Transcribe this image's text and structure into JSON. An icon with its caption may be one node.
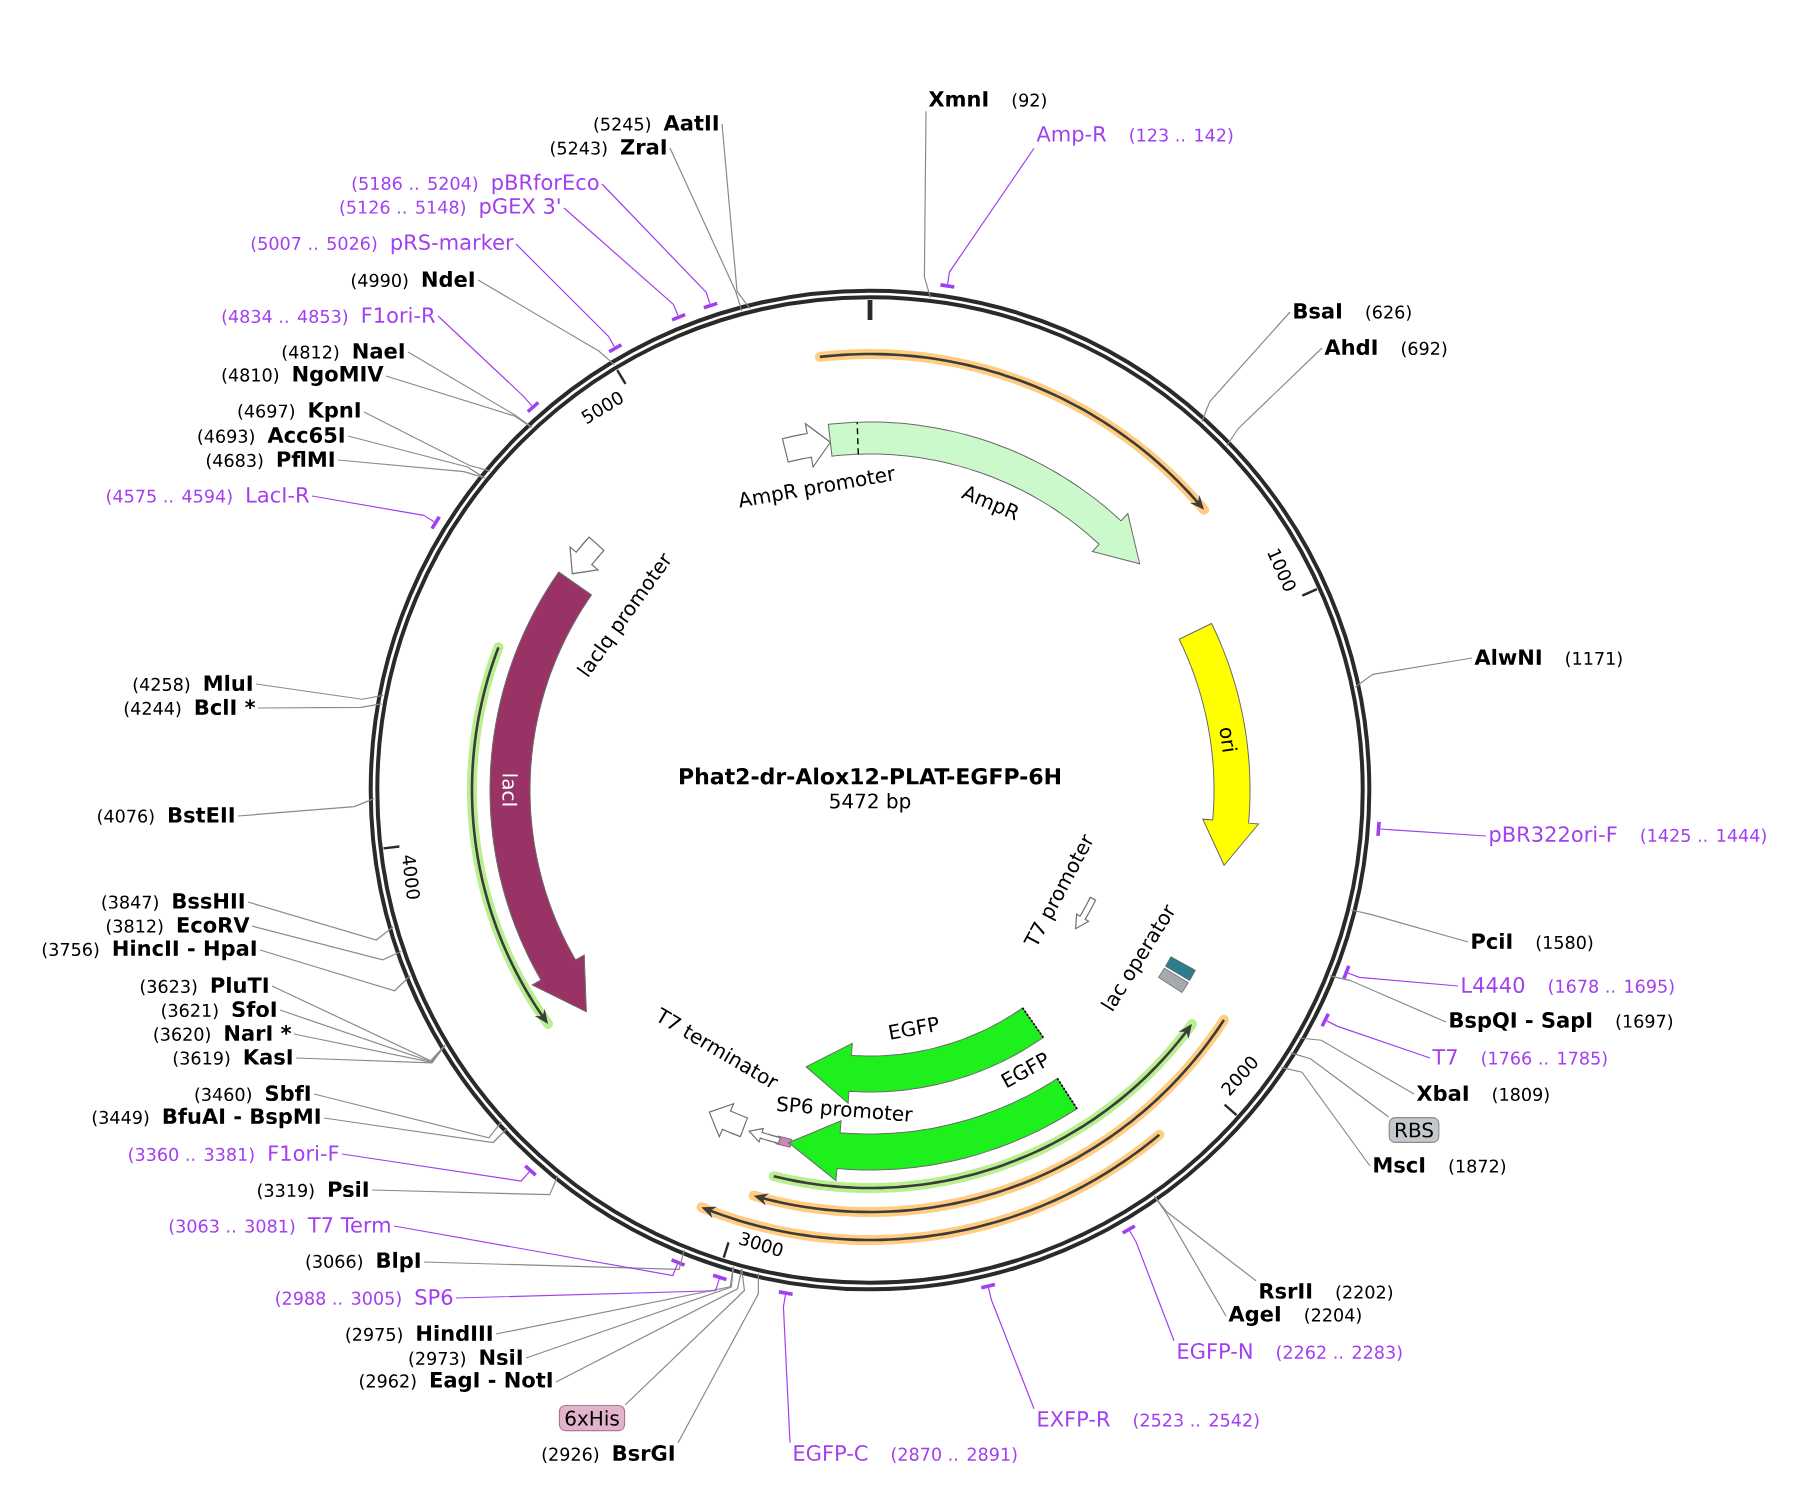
{
  "diagram": {
    "nodes": [
      {
        "text": [
          "Phat2-dr-Alox12-PLAT-EGFP-6H",
          "5472 bp"
        ]
      },
      {
        "text": [
          "AmpR promoter"
        ],
        "in": 0
      },
      {
        "text": [
          "AmpR"
        ],
        "in": 0
      },
      {
        "text": [
          "ori"
        ],
        "in": 0
      },
      {
        "text": [
          "lacIq promoter"
        ],
        "in": 0
      },
      {
        "text": [
          "lacI"
        ],
        "in": 0
      },
      {
        "text": [
          "T7 promoter"
        ],
        "in": 0
      },
      {
        "text": [
          "lac operator"
        ],
        "in": 0
      },
      {
        "text": [
          "EGFP"
        ],
        "in": 0
      },
      {
        "text": [
          "EGFP"
        ],
        "in": 0
      },
      {
        "text": [
          "T7 terminator"
        ],
        "in": 0
      },
      {
        "text": [
          "SP6 promoter"
        ],
        "in": 0
      },
      {
        "text": [
          "XmnI",
          "(92)"
        ]
      },
      {
        "text": [
          "Amp-R",
          "(123 .. 142)"
        ]
      },
      {
        "text": [
          "BsaI",
          "(626)"
        ]
      },
      {
        "text": [
          "AhdI",
          "(692)"
        ]
      },
      {
        "text": [
          "AlwNI",
          "(1171)"
        ]
      },
      {
        "text": [
          "pBR322ori-F",
          "(1425 .. 1444)"
        ]
      },
      {
        "text": [
          "PciI",
          "(1580)"
        ]
      },
      {
        "text": [
          "L4440",
          "(1678 .. 1695)"
        ]
      },
      {
        "text": [
          "BspQI - SapI",
          "(1697)"
        ]
      },
      {
        "text": [
          "T7",
          "(1766 .. 1785)"
        ]
      },
      {
        "text": [
          "XbaI",
          "(1809)"
        ]
      },
      {
        "text": [
          "RBS"
        ]
      },
      {
        "text": [
          "MscI",
          "(1872)"
        ]
      },
      {
        "text": [
          "RsrII",
          "(2202)"
        ]
      },
      {
        "text": [
          "AgeI",
          "(2204)"
        ]
      },
      {
        "text": [
          "EGFP-N",
          "(2262 .. 2283)"
        ]
      },
      {
        "text": [
          "EXFP-R",
          "(2523 .. 2542)"
        ]
      },
      {
        "text": [
          "EGFP-C",
          "(2870 .. 2891)"
        ]
      },
      {
        "text": [
          "(2926)",
          "BsrGI"
        ]
      },
      {
        "text": [
          "6xHis"
        ]
      },
      {
        "text": [
          "(2962)",
          "EagI - NotI"
        ]
      },
      {
        "text": [
          "(2973)",
          "NsiI"
        ]
      },
      {
        "text": [
          "(2975)",
          "HindIII"
        ]
      },
      {
        "text": [
          "(2988 .. 3005)",
          "SP6"
        ]
      },
      {
        "text": [
          "(3066)",
          "BlpI"
        ]
      },
      {
        "text": [
          "(3063 .. 3081)",
          "T7 Term"
        ]
      },
      {
        "text": [
          "(3319)",
          "PsiI"
        ]
      },
      {
        "text": [
          "(3360 .. 3381)",
          "F1ori-F"
        ]
      },
      {
        "text": [
          "(3449)",
          "BfuAI - BspMI"
        ]
      },
      {
        "text": [
          "(3460)",
          "SbfI"
        ]
      },
      {
        "text": [
          "(3619)",
          "KasI"
        ]
      },
      {
        "text": [
          "(3620)",
          "NarI *"
        ]
      },
      {
        "text": [
          "(3621)",
          "SfoI"
        ]
      },
      {
        "text": [
          "(3623)",
          "PluTI"
        ]
      },
      {
        "text": [
          "(3756)",
          "HincII - HpaI"
        ]
      },
      {
        "text": [
          "(3812)",
          "EcoRV"
        ]
      },
      {
        "text": [
          "(3847)",
          "BssHII"
        ]
      },
      {
        "text": [
          "(4076)",
          "BstEII"
        ]
      },
      {
        "text": [
          "(4244)",
          "BclI *"
        ]
      },
      {
        "text": [
          "(4258)",
          "MluI"
        ]
      },
      {
        "text": [
          "(4575 .. 4594)",
          "LacI-R"
        ]
      },
      {
        "text": [
          "(4683)",
          "PflMI"
        ]
      },
      {
        "text": [
          "(4693)",
          "Acc65I"
        ]
      },
      {
        "text": [
          "(4697)",
          "KpnI"
        ]
      },
      {
        "text": [
          "(4810)",
          "NgoMIV"
        ]
      },
      {
        "text": [
          "(4812)",
          "NaeI"
        ]
      },
      {
        "text": [
          "(4834 .. 4853)",
          "F1ori-R"
        ]
      },
      {
        "text": [
          "(4990)",
          "NdeI"
        ]
      },
      {
        "text": [
          "(5007 .. 5026)",
          "pRS-marker"
        ]
      },
      {
        "text": [
          "(5126 .. 5148)",
          "pGEX 3'"
        ]
      },
      {
        "text": [
          "(5186 .. 5204)",
          "pBRforEco"
        ]
      },
      {
        "text": [
          "(5243)",
          "ZraI"
        ]
      },
      {
        "text": [
          "(5245)",
          "AatII"
        ]
      },
      {
        "text": [],
        "shape": "bar"
      },
      {
        "text": [],
        "shape": "bar"
      },
      {
        "text": [],
        "shape": "bar"
      },
      {
        "text": [],
        "shape": "bar"
      },
      {
        "text": [],
        "shape": "bar"
      },
      {
        "text": [],
        "shape": "bar"
      },
      {
        "text": [],
        "shape": "bar"
      },
      {
        "text": [],
        "shape": "bar"
      },
      {
        "text": [],
        "shape": "bar"
      },
      {
        "text": [],
        "shape": "bar"
      },
      {
        "text": [],
        "shape": "bar"
      },
      {
        "text": [],
        "shape": "bar"
      },
      {
        "text": [],
        "shape": "bar"
      },
      {
        "text": [],
        "shape": "bar"
      },
      {
        "text": [],
        "shape": "bar"
      }
    ],
    "edges": [
      {
        "from": 12,
        "to": 0,
        "arrow": "none"
      },
      {
        "from": 13,
        "to": 65,
        "arrow": "none",
        "color": "#a23ff0"
      },
      {
        "from": 14,
        "to": 0,
        "arrow": "none"
      },
      {
        "from": 15,
        "to": 0,
        "arrow": "none"
      },
      {
        "from": 16,
        "to": 0,
        "arrow": "none"
      },
      {
        "from": 17,
        "to": 66,
        "arrow": "none",
        "color": "#a23ff0"
      },
      {
        "from": 18,
        "to": 0,
        "arrow": "none"
      },
      {
        "from": 19,
        "to": 67,
        "arrow": "none",
        "color": "#a23ff0"
      },
      {
        "from": 20,
        "to": 0,
        "arrow": "none"
      },
      {
        "from": 21,
        "to": 68,
        "arrow": "none",
        "color": "#a23ff0"
      },
      {
        "from": 22,
        "to": 0,
        "arrow": "none"
      },
      {
        "from": 23,
        "to": 0,
        "arrow": "none"
      },
      {
        "from": 24,
        "to": 0,
        "arrow": "none"
      },
      {
        "from": 25,
        "to": 0,
        "arrow": "none"
      },
      {
        "from": 26,
        "to": 0,
        "arrow": "none"
      },
      {
        "from": 27,
        "to": 69,
        "arrow": "none",
        "color": "#a23ff0"
      },
      {
        "from": 28,
        "to": 70,
        "arrow": "none",
        "color": "#a23ff0"
      },
      {
        "from": 29,
        "to": 71,
        "arrow": "none",
        "color": "#a23ff0"
      },
      {
        "from": 30,
        "to": 0,
        "arrow": "none"
      },
      {
        "from": 31,
        "to": 0,
        "arrow": "none"
      },
      {
        "from": 32,
        "to": 0,
        "arrow": "none"
      },
      {
        "from": 33,
        "to": 0,
        "arrow": "none"
      },
      {
        "from": 34,
        "to": 0,
        "arrow": "none"
      },
      {
        "from": 35,
        "to": 72,
        "arrow": "none",
        "color": "#a23ff0"
      },
      {
        "from": 36,
        "to": 0,
        "arrow": "none"
      },
      {
        "from": 37,
        "to": 73,
        "arrow": "none",
        "color": "#a23ff0"
      },
      {
        "from": 38,
        "to": 0,
        "arrow": "none"
      },
      {
        "from": 39,
        "to": 74,
        "arrow": "none",
        "color": "#a23ff0"
      },
      {
        "from": 40,
        "to": 0,
        "arrow": "none"
      },
      {
        "from": 41,
        "to": 0,
        "arrow": "none"
      },
      {
        "from": 42,
        "to": 0,
        "arrow": "none"
      },
      {
        "from": 43,
        "to": 0,
        "arrow": "none"
      },
      {
        "from": 44,
        "to": 0,
        "arrow": "none"
      },
      {
        "from": 45,
        "to": 0,
        "arrow": "none"
      },
      {
        "from": 46,
        "to": 0,
        "arrow": "none"
      },
      {
        "from": 47,
        "to": 0,
        "arrow": "none"
      },
      {
        "from": 48,
        "to": 0,
        "arrow": "none"
      },
      {
        "from": 49,
        "to": 0,
        "arrow": "none"
      },
      {
        "from": 50,
        "to": 0,
        "arrow": "none"
      },
      {
        "from": 51,
        "to": 0,
        "arrow": "none"
      },
      {
        "from": 52,
        "to": 75,
        "arrow": "none",
        "color": "#a23ff0"
      },
      {
        "from": 53,
        "to": 0,
        "arrow": "none"
      },
      {
        "from": 54,
        "to": 0,
        "arrow": "none"
      },
      {
        "from": 55,
        "to": 0,
        "arrow": "none"
      },
      {
        "from": 56,
        "to": 0,
        "arrow": "none"
      },
      {
        "from": 57,
        "to": 0,
        "arrow": "none"
      },
      {
        "from": 58,
        "to": 76,
        "arrow": "none",
        "color": "#a23ff0"
      },
      {
        "from": 59,
        "to": 0,
        "arrow": "none"
      },
      {
        "from": 60,
        "to": 77,
        "arrow": "none",
        "color": "#a23ff0"
      },
      {
        "from": 61,
        "to": 78,
        "arrow": "none",
        "color": "#a23ff0"
      },
      {
        "from": 62,
        "to": 79,
        "arrow": "none",
        "color": "#a23ff0"
      },
      {
        "from": 63,
        "to": 0,
        "arrow": "none"
      },
      {
        "from": 64,
        "to": 0,
        "arrow": "none"
      }
    ],
    "labels": [
      "1000",
      "2000",
      "3000",
      "4000",
      "5000"
    ]
  }
}
